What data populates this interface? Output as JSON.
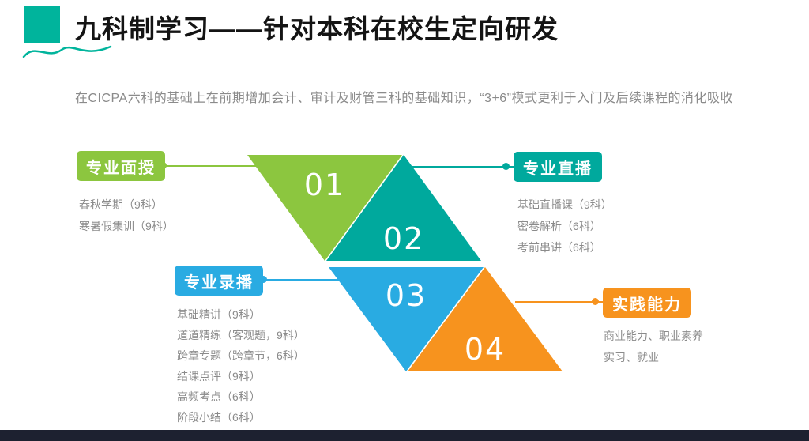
{
  "header": {
    "title": "九科制学习——针对本科在校生定向研发",
    "subtitle": "在CICPA六科的基础上在前期增加会计、审计及财管三科的基础知识，“3+6”模式更利于入门及后续课程的消化吸收"
  },
  "diagram": {
    "triangles": [
      {
        "number": "01",
        "color": "#8cc63f",
        "direction": "down"
      },
      {
        "number": "02",
        "color": "#00a99d",
        "direction": "up"
      },
      {
        "number": "03",
        "color": "#29abe2",
        "direction": "down"
      },
      {
        "number": "04",
        "color": "#f7931e",
        "direction": "up"
      }
    ],
    "groups": [
      {
        "label": "专业面授",
        "color": "#8cc63f",
        "items": [
          "春秋学期（9科）",
          "寒暑假集训（9科）"
        ]
      },
      {
        "label": "专业直播",
        "color": "#00a99d",
        "items": [
          "基础直播课（9科）",
          "密卷解析（6科）",
          "考前串讲（6科）"
        ]
      },
      {
        "label": "专业录播",
        "color": "#29abe2",
        "items": [
          "基础精讲（9科）",
          "道道精练（客观题，9科）",
          "跨章专题（跨章节，6科）",
          "结课点评（9科）",
          "高频考点（6科）",
          "阶段小结（6科）"
        ]
      },
      {
        "label": "实践能力",
        "color": "#f7931e",
        "items": [
          "商业能力、职业素养",
          "实习、就业"
        ]
      }
    ]
  },
  "colors": {
    "accent": "#00b49c",
    "green": "#8cc63f",
    "teal": "#00a99d",
    "blue": "#29abe2",
    "orange": "#f7931e",
    "footer": "#1d2130",
    "text_gray": "#8b8b8b"
  }
}
